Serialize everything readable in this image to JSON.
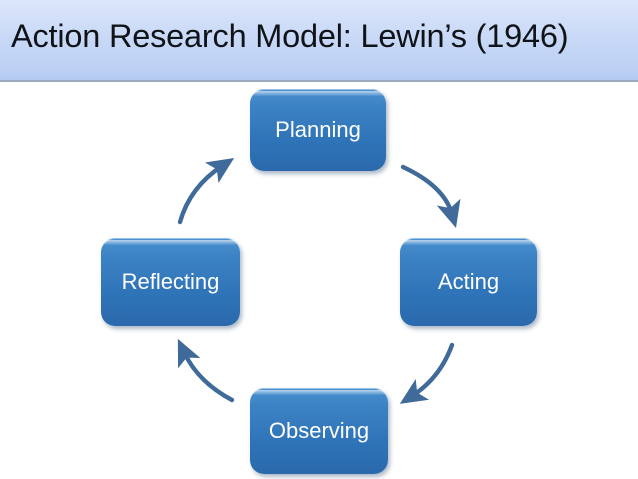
{
  "slide": {
    "title": "Action Research Model: Lewin’s (1946)",
    "background_color": "#ffffff",
    "title_bar_color": "#c9d9f7",
    "title_text_color": "#101418"
  },
  "diagram": {
    "type": "cycle",
    "node_fill_color": "#3b82c4",
    "node_text_color": "#ffffff",
    "arrow_color": "#3f6a99",
    "nodes": [
      {
        "id": "planning",
        "label": "Planning"
      },
      {
        "id": "acting",
        "label": "Acting"
      },
      {
        "id": "observing",
        "label": "Observing"
      },
      {
        "id": "reflecting",
        "label": "Reflecting"
      }
    ],
    "arrows": [
      {
        "id": "planning-to-acting",
        "from": "Planning",
        "to": "Acting"
      },
      {
        "id": "acting-to-observing",
        "from": "Acting",
        "to": "Observing"
      },
      {
        "id": "observing-to-reflecting",
        "from": "Observing",
        "to": "Reflecting"
      },
      {
        "id": "reflecting-to-planning",
        "from": "Reflecting",
        "to": "Planning"
      }
    ]
  }
}
